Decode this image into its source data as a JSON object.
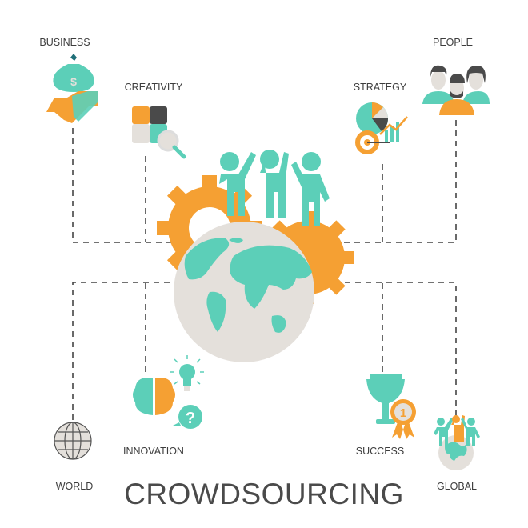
{
  "title": "CROWDSOURCING",
  "labels": {
    "business": "BUSINESS",
    "creativity": "CREATIVITY",
    "strategy": "STRATEGY",
    "people": "PEOPLE",
    "innovation": "INNOVATION",
    "success": "SUCCESS",
    "world": "WORLD",
    "global": "GLOBAL"
  },
  "icons": {
    "money": "$",
    "question": "?",
    "medal": "1"
  },
  "colors": {
    "teal": "#5ccfb8",
    "orange": "#f5a033",
    "light_gray": "#e4e0db",
    "dark": "#4a4a4a"
  }
}
